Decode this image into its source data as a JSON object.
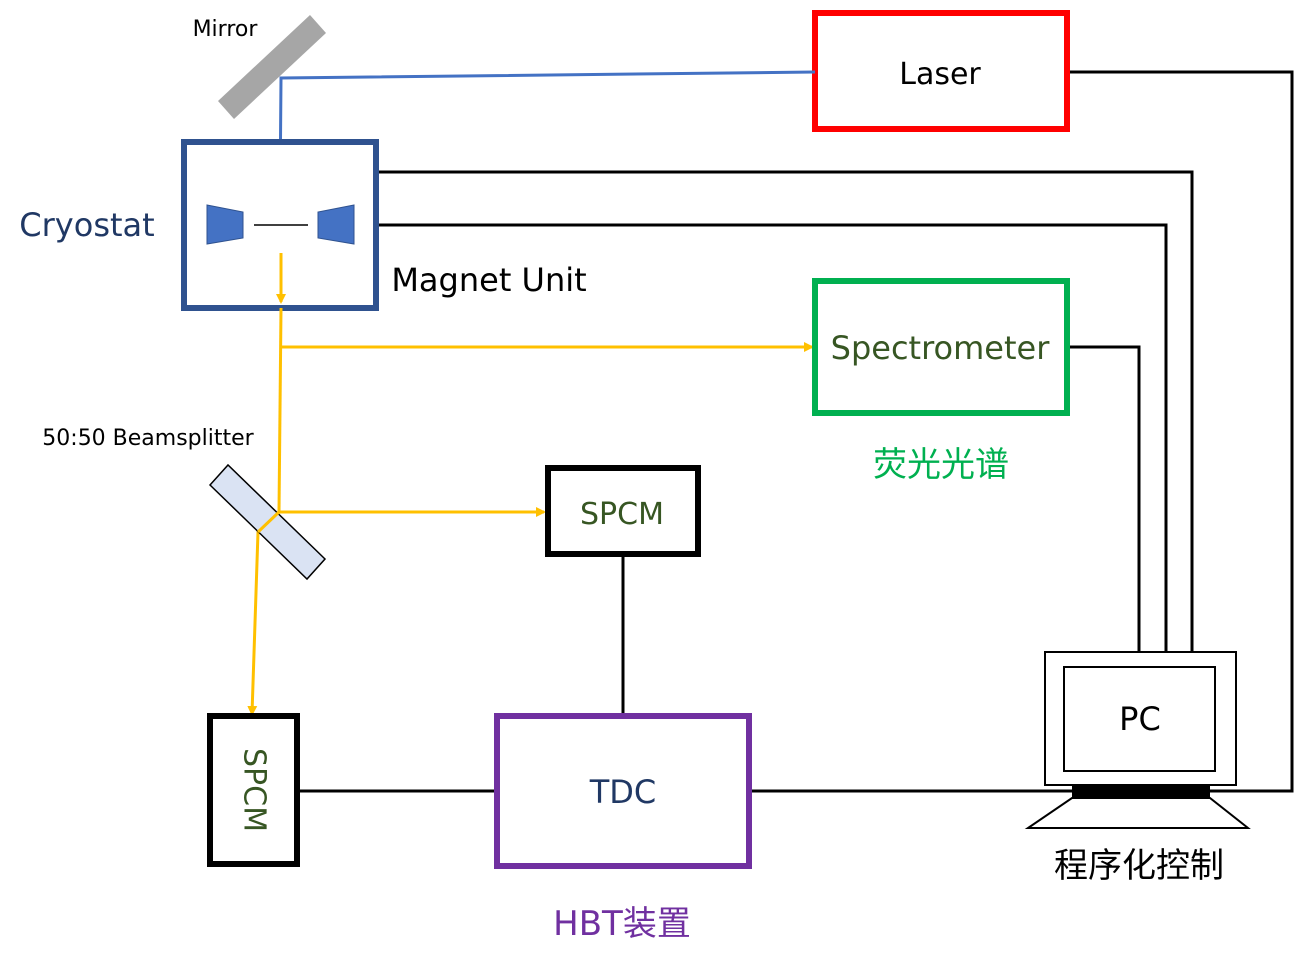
{
  "labels": {
    "mirror": "Mirror",
    "laser": "Laser",
    "cryostat": "Cryostat",
    "magnet_unit": "Magnet Unit",
    "spectrometer": "Spectrometer",
    "spectrometer_caption": "荧光光谱",
    "beamsplitter": "50:50 Beamsplitter",
    "spcm_top": "SPCM",
    "spcm_left": "SPCM",
    "tdc": "TDC",
    "hbt_caption": "HBT装置",
    "pc": "PC",
    "pc_caption": "程序化控制"
  },
  "colors": {
    "laser_box": "#ff0000",
    "cryostat_box": "#2f528f",
    "cryostat_text": "#203864",
    "objective": "#4472c4",
    "laser_beam": "#4472c4",
    "signal_beam": "#ffc000",
    "spectrometer_box": "#00b050",
    "spectrometer_caption": "#00b050",
    "tdc_box": "#7030a0",
    "hbt_caption": "#7030a0",
    "spcm_text": "#375623",
    "tdc_text": "#203864",
    "mirror": "#a6a6a6",
    "beamsplitter_fill": "#dae3f3",
    "wire": "#000000"
  }
}
